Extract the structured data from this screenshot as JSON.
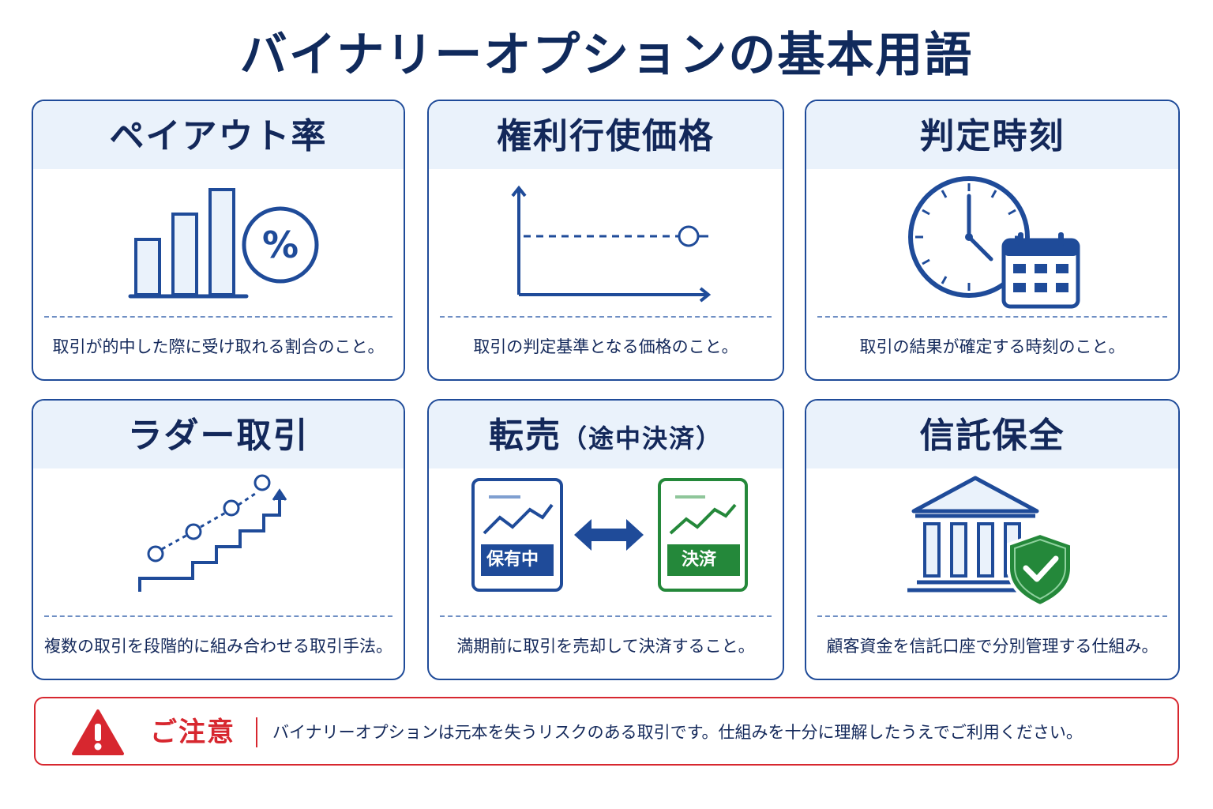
{
  "title": "バイナリーオプションの基本用語",
  "colors": {
    "primary": "#1f4b99",
    "navy": "#13285a",
    "header_bg": "#eaf2fb",
    "green": "#24883a",
    "red": "#d7272f"
  },
  "cards": [
    {
      "title": "ペイアウト率",
      "icon": "bar-chart-percent-icon",
      "desc": "取引が的中した際に受け取れる割合のこと。"
    },
    {
      "title": "権利行使価格",
      "icon": "strike-price-line-icon",
      "desc": "取引の判定基準となる価格のこと。"
    },
    {
      "title": "判定時刻",
      "icon": "clock-calendar-icon",
      "desc": "取引の結果が確定する時刻のこと。"
    },
    {
      "title": "ラダー取引",
      "icon": "ladder-steps-icon",
      "desc": "複数の取引を段階的に組み合わせる取引手法。"
    },
    {
      "title": "転売",
      "title_sub": "（途中決済）",
      "icon": "resale-exchange-icon",
      "desc": "満期前に取引を売却して決済すること。",
      "left_badge": "保有中",
      "right_badge": "決済"
    },
    {
      "title": "信託保全",
      "icon": "bank-shield-icon",
      "desc": "顧客資金を信託口座で分別管理する仕組み。"
    }
  ],
  "notice": {
    "icon": "warning-triangle-icon",
    "label": "ご注意",
    "text": "バイナリーオプションは元本を失うリスクのある取引です。仕組みを十分に理解したうえでご利用ください。"
  }
}
